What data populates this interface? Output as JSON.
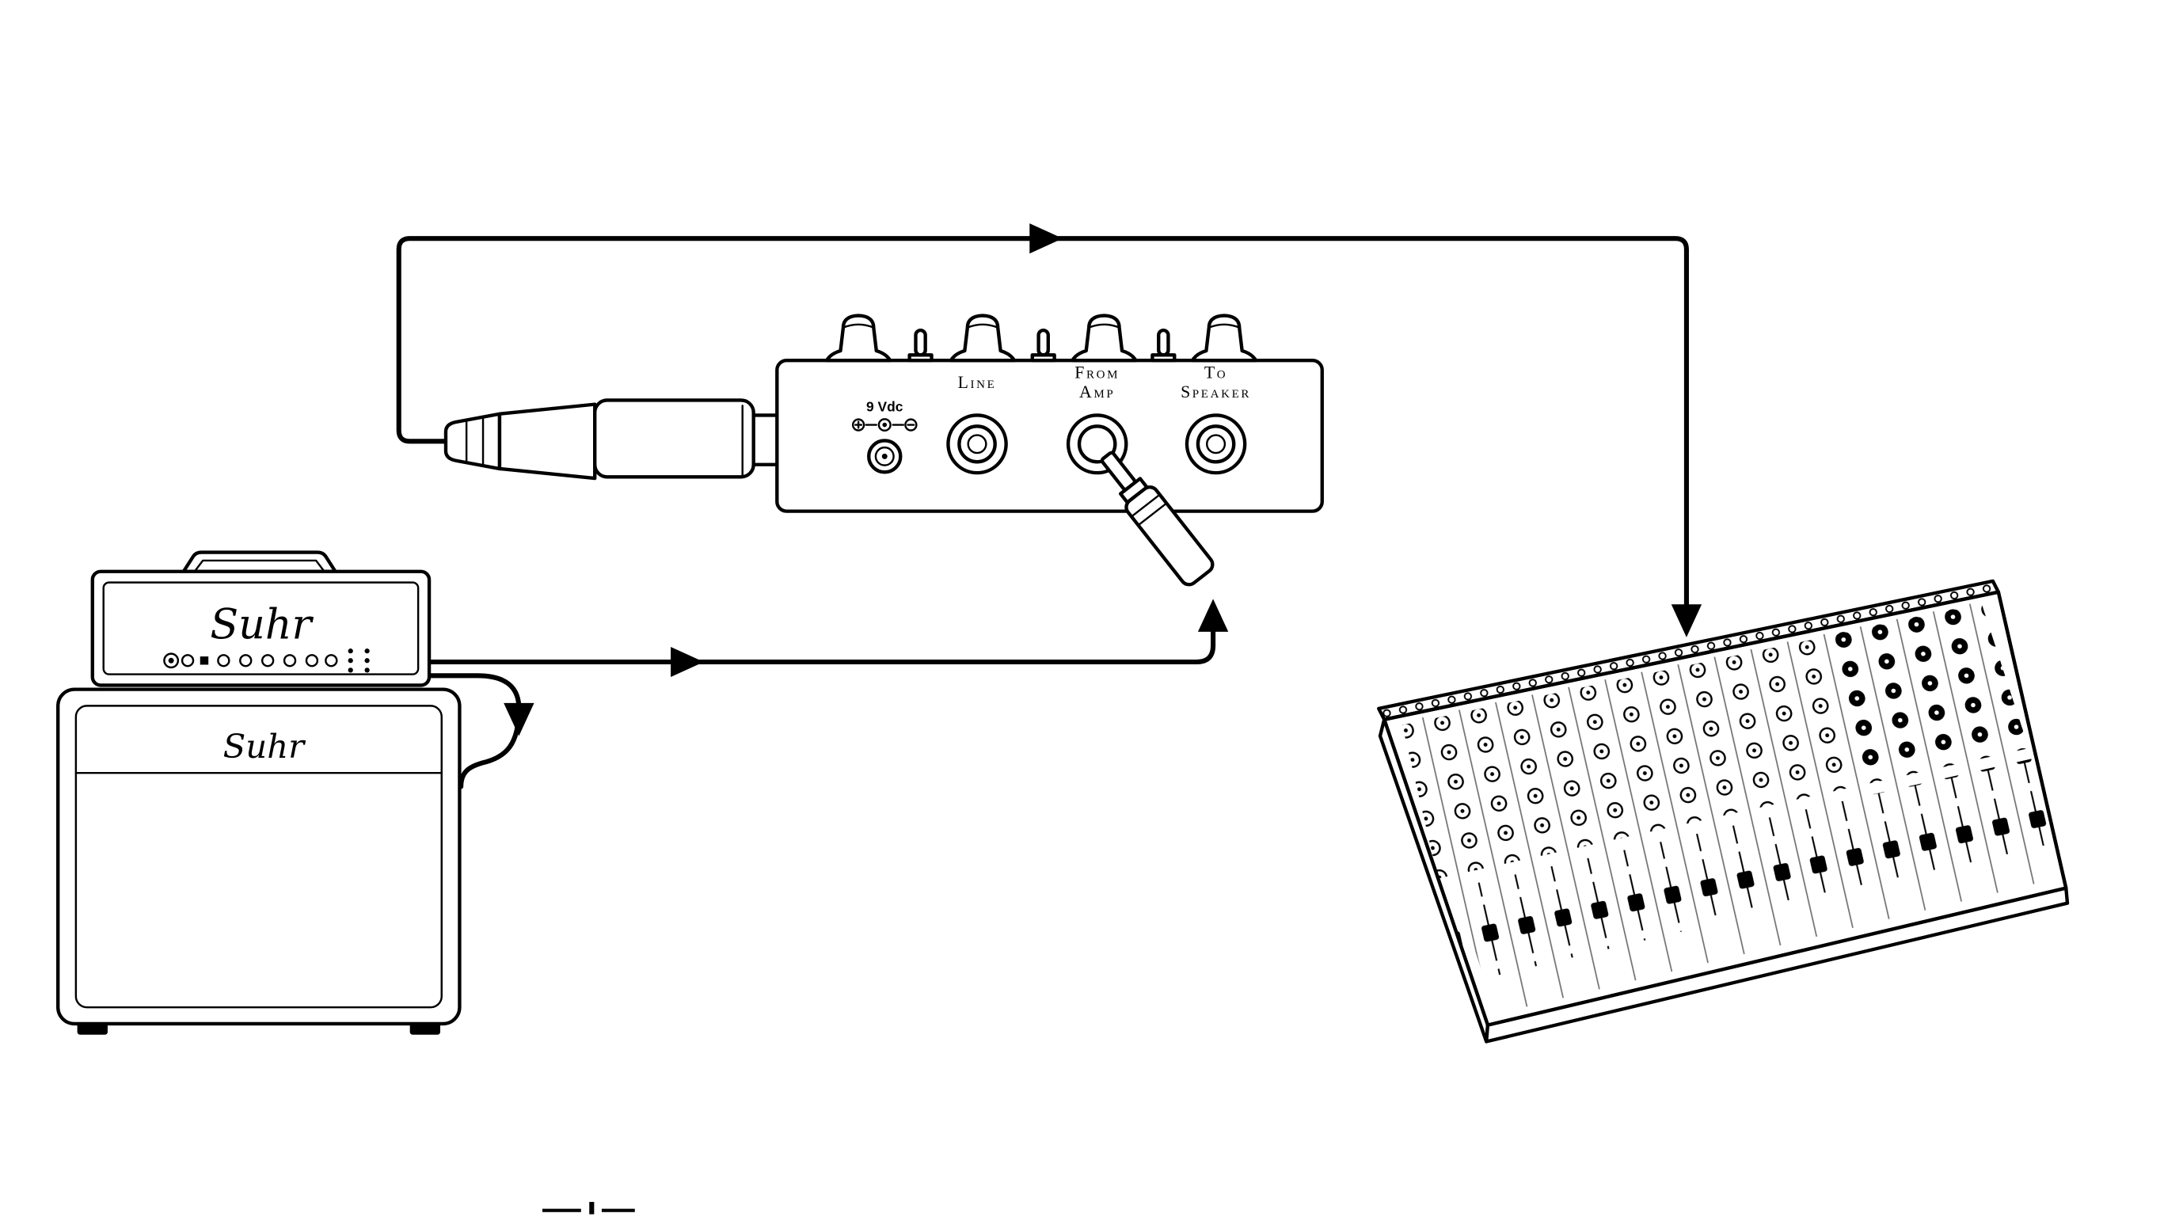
{
  "colors": {
    "ink": "#000000",
    "background": "#ffffff"
  },
  "load_box": {
    "dc_label": "9 Vdc",
    "line_label": "Line",
    "from_amp_label": [
      "From",
      "Amp"
    ],
    "to_speaker_label": [
      "To",
      "Speaker"
    ]
  },
  "amp_head": {
    "brand": "Suhr"
  },
  "cabinet": {
    "brand": "Suhr"
  }
}
